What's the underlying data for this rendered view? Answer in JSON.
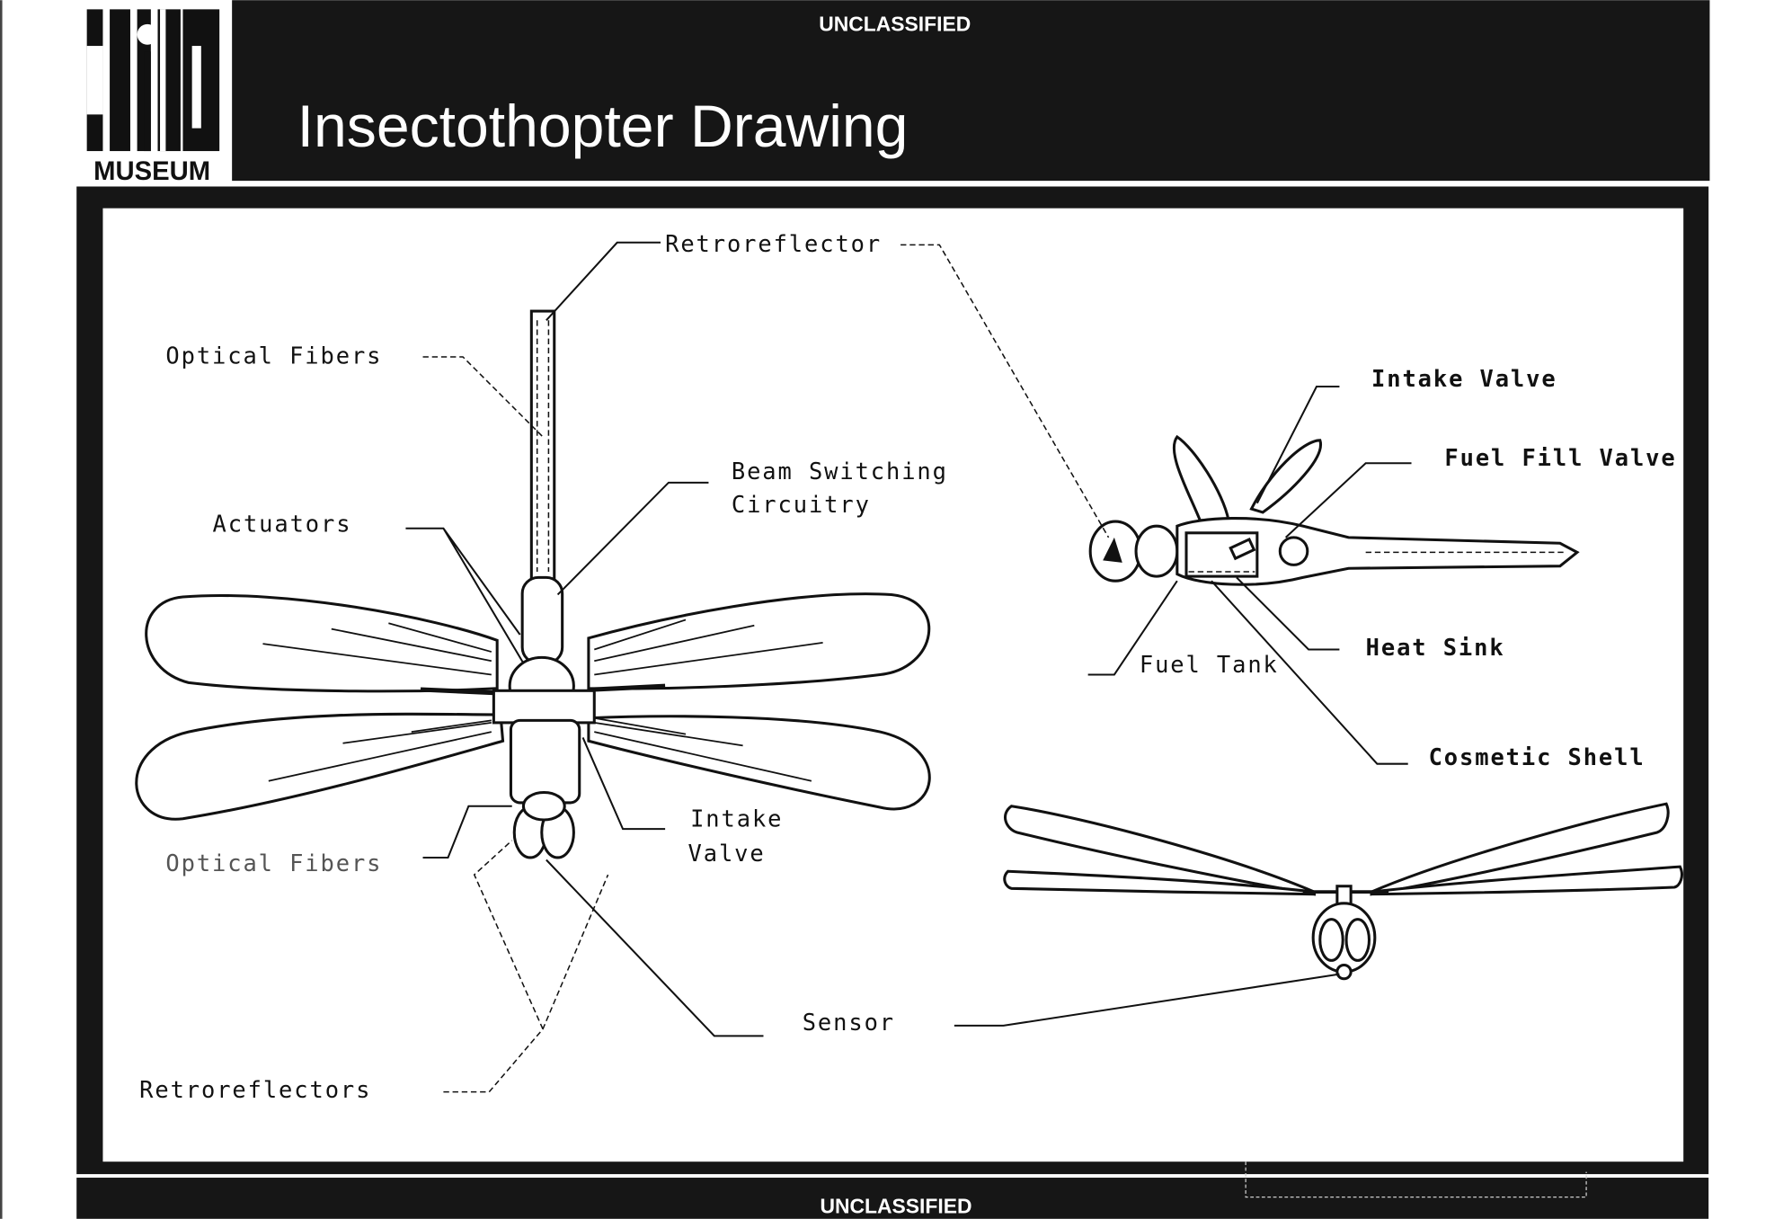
{
  "header": {
    "classification_top": "UNCLASSIFIED",
    "title": "Insectothopter Drawing",
    "logo": {
      "letters": "CIA",
      "subtitle": "MUSEUM"
    }
  },
  "footer": {
    "classification_bottom": "UNCLASSIFIED"
  },
  "diagram": {
    "labels": {
      "retroreflector": "Retroreflector",
      "optical_fibers_top": "Optical Fibers",
      "beam_switching_1": "Beam Switching",
      "beam_switching_2": "Circuitry",
      "actuators": "Actuators",
      "optical_fibers_bottom": "Optical Fibers",
      "intake_valve_top_1": "Intake",
      "intake_valve_top_2": "Valve",
      "retroreflectors": "Retroreflectors",
      "sensor": "Sensor",
      "intake_valve_side": "Intake Valve",
      "fuel_fill_valve": "Fuel Fill Valve",
      "fuel_tank": "Fuel Tank",
      "heat_sink": "Heat Sink",
      "cosmetic_shell": "Cosmetic Shell"
    }
  }
}
